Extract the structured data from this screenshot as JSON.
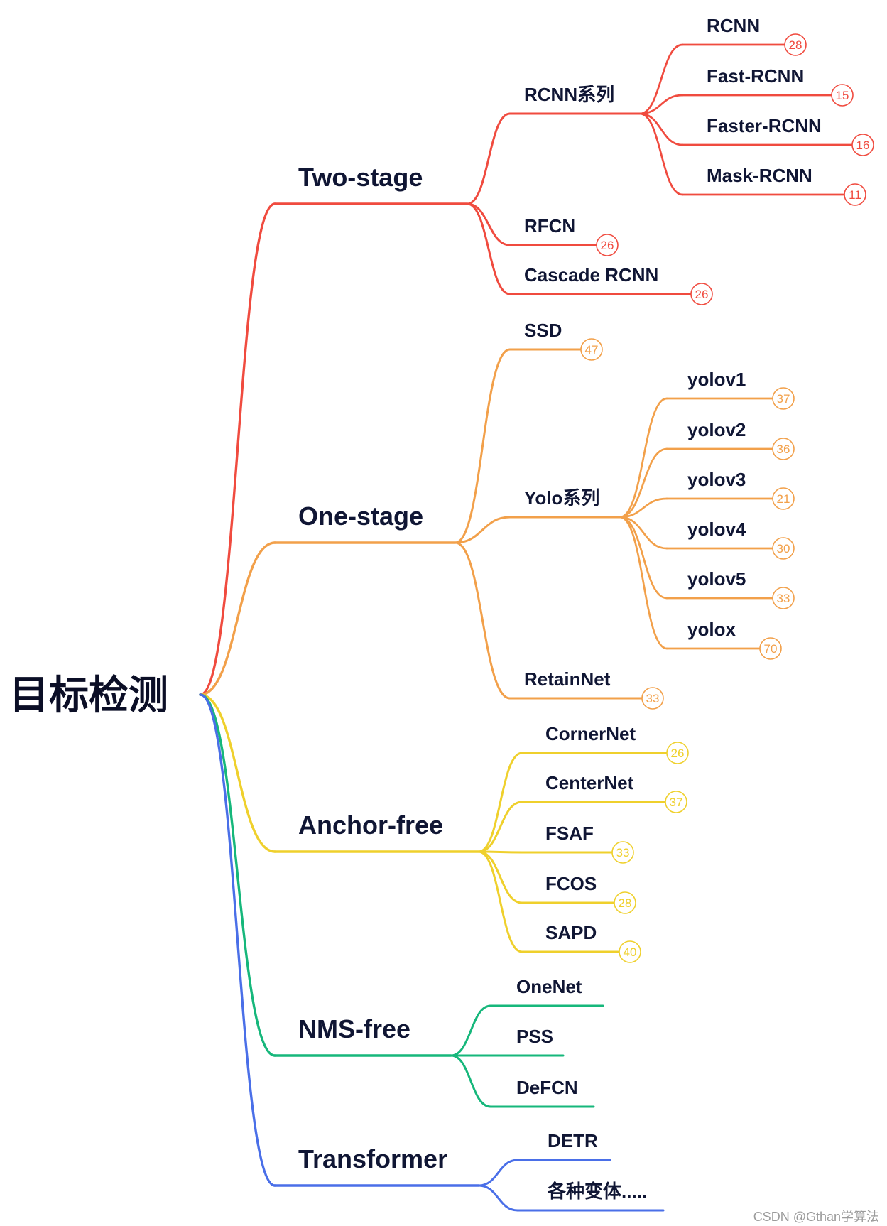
{
  "root": {
    "label": "目标检测"
  },
  "branches": [
    {
      "label": "Two-stage",
      "color": "#f04b3f",
      "children": [
        {
          "label": "RCNN系列",
          "children": [
            {
              "label": "RCNN",
              "count": 28
            },
            {
              "label": "Fast-RCNN",
              "count": 15
            },
            {
              "label": "Faster-RCNN",
              "count": 16
            },
            {
              "label": "Mask-RCNN",
              "count": 11
            }
          ]
        },
        {
          "label": "RFCN",
          "count": 26
        },
        {
          "label": "Cascade RCNN",
          "count": 26
        }
      ]
    },
    {
      "label": "One-stage",
      "color": "#f2a04a",
      "children": [
        {
          "label": "SSD",
          "count": 47
        },
        {
          "label": "Yolo系列",
          "children": [
            {
              "label": "yolov1",
              "count": 37
            },
            {
              "label": "yolov2",
              "count": 36
            },
            {
              "label": "yolov3",
              "count": 21
            },
            {
              "label": "yolov4",
              "count": 30
            },
            {
              "label": "yolov5",
              "count": 33
            },
            {
              "label": "yolox",
              "count": 70
            }
          ]
        },
        {
          "label": "RetainNet",
          "count": 33
        }
      ]
    },
    {
      "label": "Anchor-free",
      "color": "#efd02c",
      "children": [
        {
          "label": "CornerNet",
          "count": 26
        },
        {
          "label": "CenterNet",
          "count": 37
        },
        {
          "label": "FSAF",
          "count": 33
        },
        {
          "label": "FCOS",
          "count": 28
        },
        {
          "label": "SAPD",
          "count": 40
        }
      ]
    },
    {
      "label": "NMS-free",
      "color": "#16b77b",
      "children": [
        {
          "label": "OneNet"
        },
        {
          "label": "PSS"
        },
        {
          "label": "DeFCN"
        }
      ]
    },
    {
      "label": "Transformer",
      "color": "#4a6fe8",
      "children": [
        {
          "label": "DETR"
        },
        {
          "label": "各种变体....."
        }
      ]
    }
  ],
  "watermark": "CSDN @Gthan学算法"
}
